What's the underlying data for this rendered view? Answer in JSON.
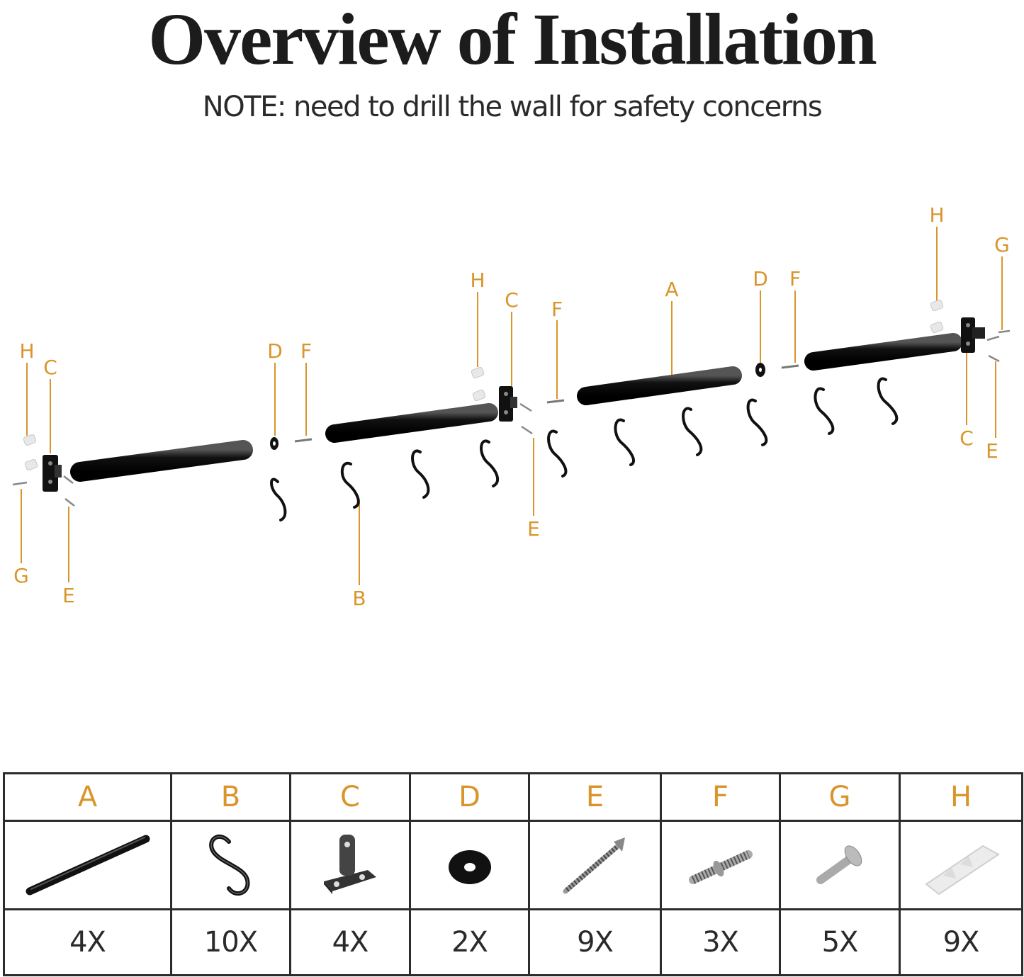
{
  "title": "Overview of Installation",
  "note": "NOTE: need to drill the wall for safety concerns",
  "colors": {
    "label": "#d9952b",
    "metal": "#1a1a1a",
    "border": "#2c2c2c"
  },
  "callouts": {
    "l1": "H",
    "l2": "C",
    "l3": "G",
    "l4": "E",
    "l5": "D",
    "l6": "F",
    "l7": "B",
    "l8": "H",
    "l9": "C",
    "l10": "F",
    "l11": "E",
    "l12": "A",
    "l13": "D",
    "l14": "F",
    "l15": "H",
    "l16": "G",
    "l17": "C",
    "l18": "E"
  },
  "parts": [
    {
      "letter": "A",
      "qty": "4X",
      "icon": "rod-icon"
    },
    {
      "letter": "B",
      "qty": "10X",
      "icon": "s-hook-icon"
    },
    {
      "letter": "C",
      "qty": "4X",
      "icon": "bracket-icon"
    },
    {
      "letter": "D",
      "qty": "2X",
      "icon": "washer-icon"
    },
    {
      "letter": "E",
      "qty": "9X",
      "icon": "wood-screw-icon"
    },
    {
      "letter": "F",
      "qty": "3X",
      "icon": "double-end-screw-icon"
    },
    {
      "letter": "G",
      "qty": "5X",
      "icon": "flat-screw-icon"
    },
    {
      "letter": "H",
      "qty": "9X",
      "icon": "wall-anchor-icon"
    }
  ]
}
